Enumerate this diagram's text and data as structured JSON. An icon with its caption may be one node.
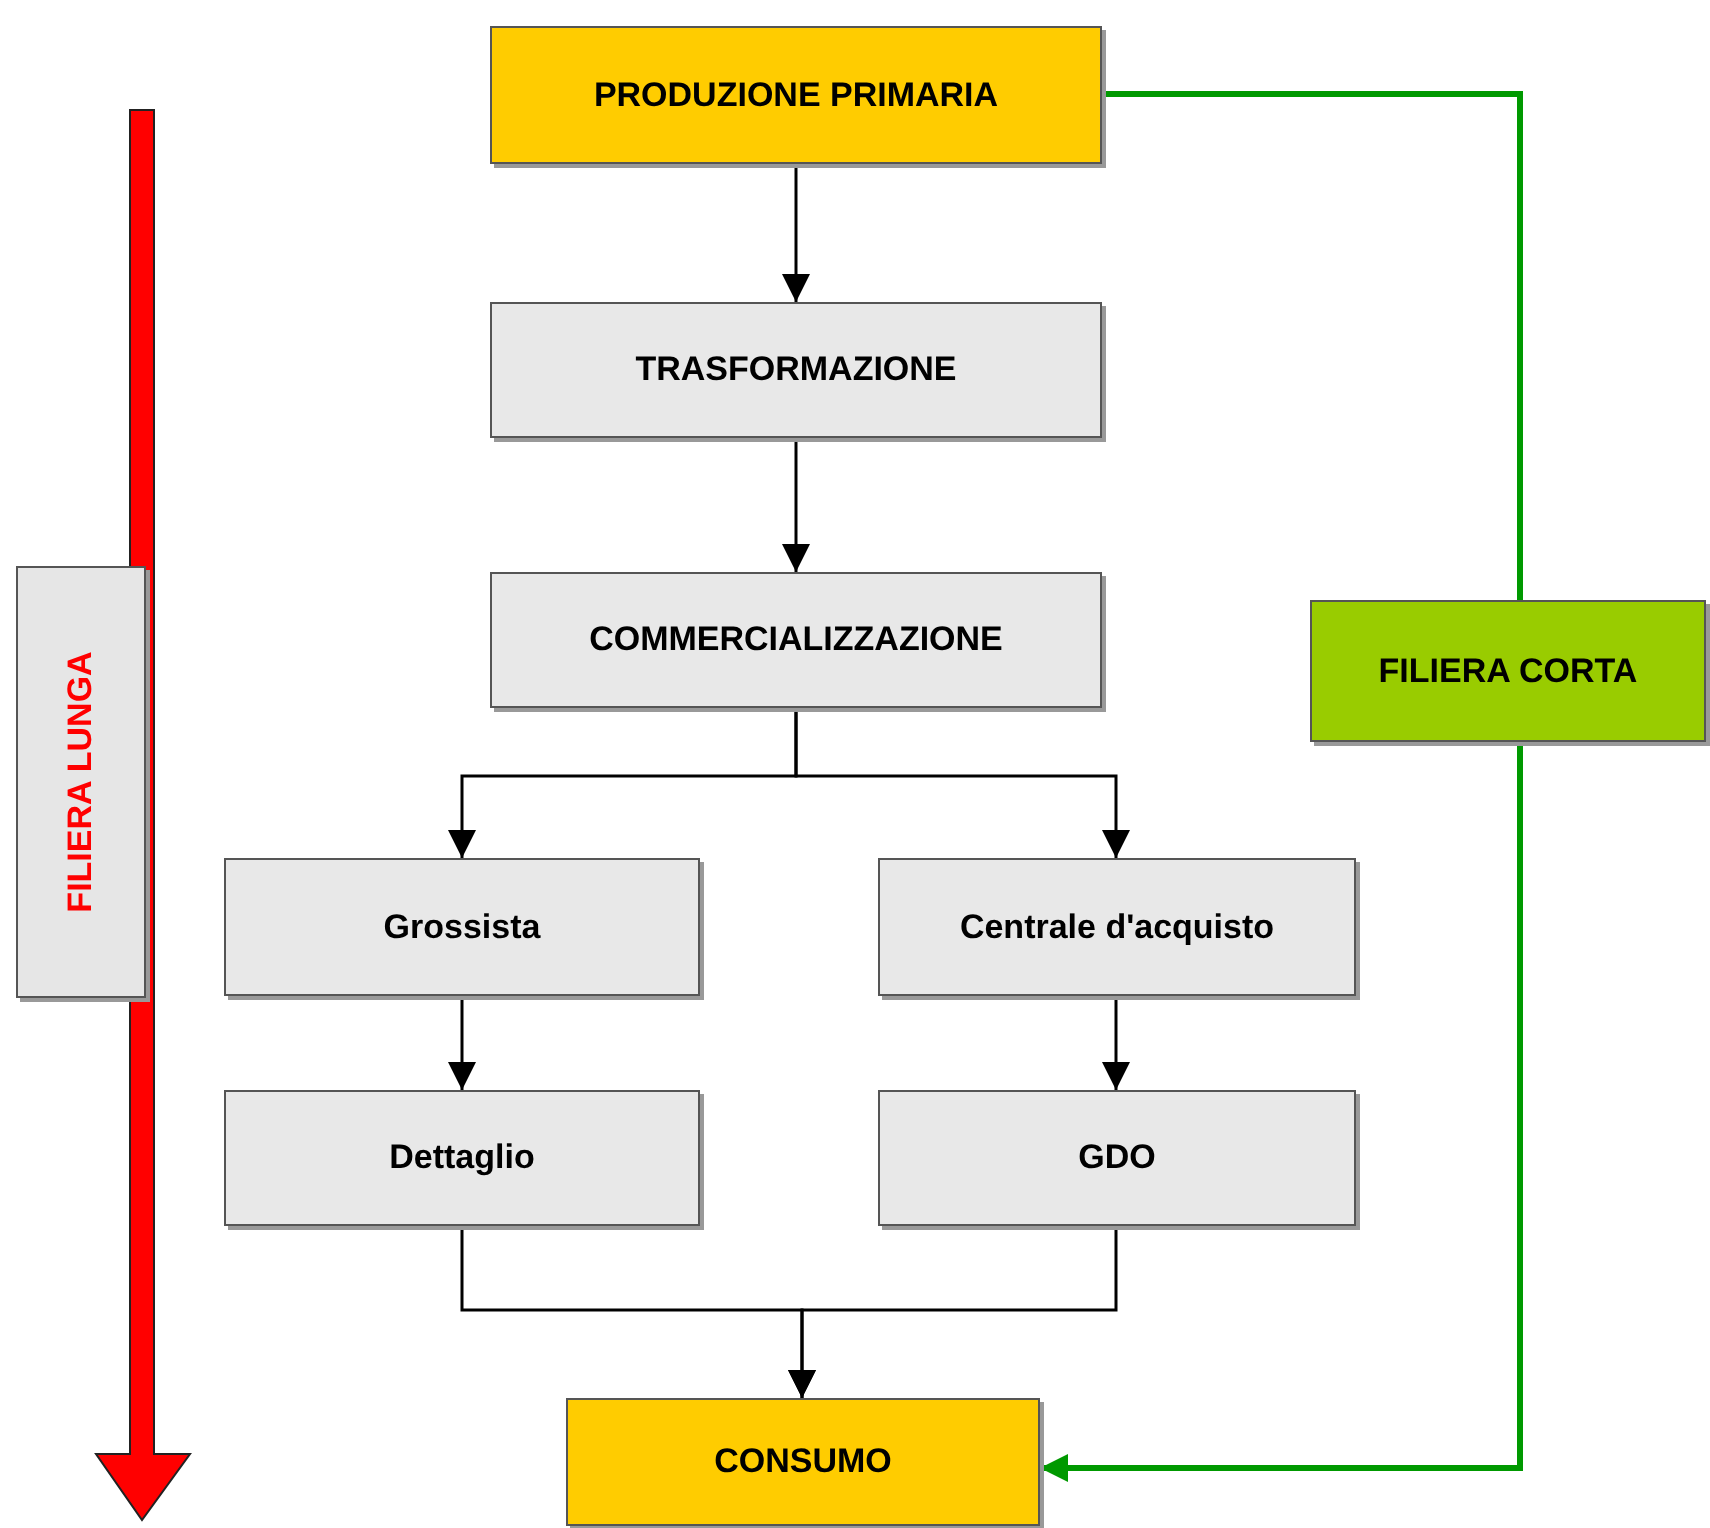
{
  "diagram": {
    "nodes": [
      {
        "text": [
          "PRODUZIONE PRIMARIA"
        ]
      },
      {
        "text": [
          "TRASFORMAZIONE"
        ]
      },
      {
        "text": [
          "COMMERCIALIZZAZIONE"
        ]
      },
      {
        "text": [
          "Grossista"
        ]
      },
      {
        "text": [
          "Centrale d'acquisto"
        ]
      },
      {
        "text": [
          "Dettaglio"
        ]
      },
      {
        "text": [
          "GDO"
        ]
      },
      {
        "text": [
          "CONSUMO"
        ]
      },
      {
        "text": [
          "FILIERA CORTA"
        ]
      },
      {
        "text": [
          "FILIERA LUNGA"
        ]
      }
    ],
    "edges": [
      {
        "from": 0,
        "to": 1,
        "arrow": "to"
      },
      {
        "from": 1,
        "to": 2,
        "arrow": "to"
      },
      {
        "from": 2,
        "to": 3,
        "arrow": "to"
      },
      {
        "from": 2,
        "to": 4,
        "arrow": "to"
      },
      {
        "from": 3,
        "to": 5,
        "arrow": "to"
      },
      {
        "from": 4,
        "to": 6,
        "arrow": "to"
      },
      {
        "from": 5,
        "to": 7,
        "arrow": "to"
      },
      {
        "from": 6,
        "to": 7,
        "arrow": "to"
      },
      {
        "from": 0,
        "to": 8,
        "arrow": "none",
        "style": "thick",
        "color": "#009900"
      },
      {
        "from": 8,
        "to": 7,
        "arrow": "to",
        "style": "thick",
        "color": "#009900"
      }
    ]
  }
}
